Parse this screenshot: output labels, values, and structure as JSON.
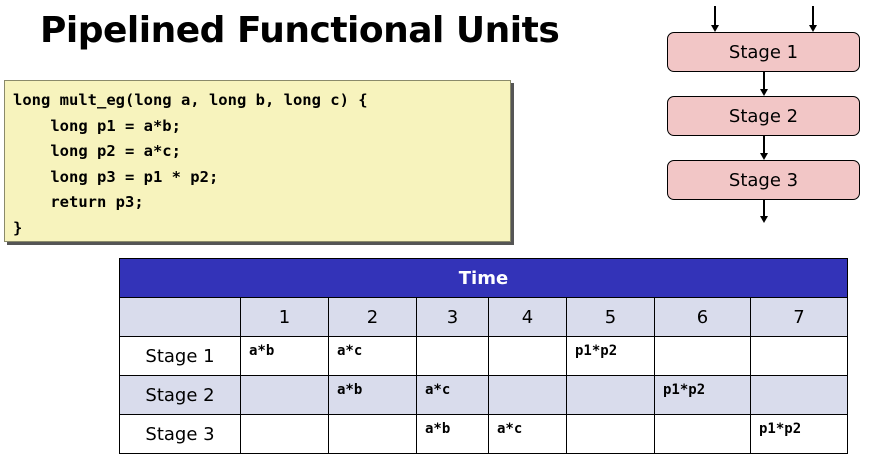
{
  "title": "Pipelined Functional Units",
  "code": [
    "long mult_eg(long a, long b, long c) {",
    "    long p1 = a*b;",
    "    long p2 = a*c;",
    "    long p3 = p1 * p2;",
    "    return p3;",
    "}"
  ],
  "pipeline": {
    "stages": [
      "Stage 1",
      "Stage 2",
      "Stage 3"
    ]
  },
  "table": {
    "header": "Time",
    "columns": [
      "1",
      "2",
      "3",
      "4",
      "5",
      "6",
      "7"
    ],
    "rows": [
      {
        "label": "Stage 1",
        "cells": [
          "a*b",
          "a*c",
          "",
          "",
          "p1*p2",
          "",
          ""
        ]
      },
      {
        "label": "Stage 2",
        "cells": [
          "",
          "a*b",
          "a*c",
          "",
          "",
          "p1*p2",
          ""
        ]
      },
      {
        "label": "Stage 3",
        "cells": [
          "",
          "",
          "a*b",
          "a*c",
          "",
          "",
          "p1*p2"
        ]
      }
    ]
  },
  "colors": {
    "code_bg": "#f7f3bd",
    "stage_fill": "#f2c6c6",
    "table_header": "#3333b8",
    "table_shade": "#d9dcec"
  }
}
